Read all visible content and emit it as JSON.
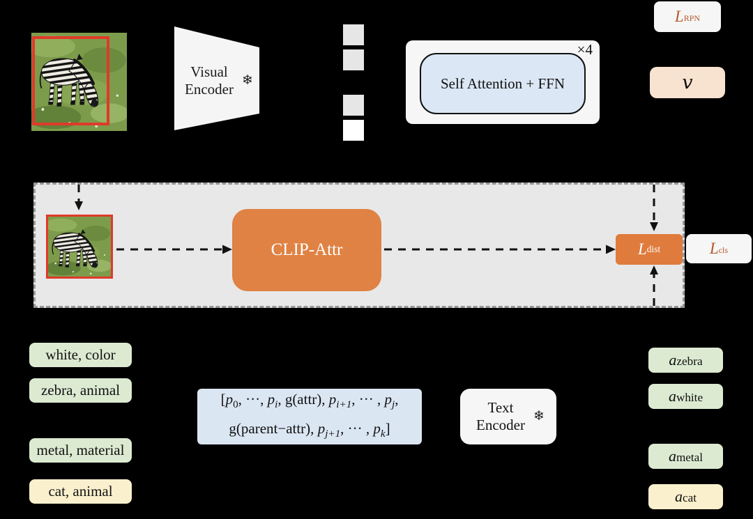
{
  "colors": {
    "background": "#000000",
    "accent_orange": "#df8243",
    "loss_text_orange": "#b3592a",
    "container_gray": "#e8e8e8",
    "box_white": "#f6f6f6",
    "light_blue": "#dbe7f4",
    "badge_green": "#dcead2",
    "badge_yellow": "#faf0cd",
    "badge_peach": "#f8e2d0",
    "bbox_red": "#e0392a"
  },
  "top": {
    "visual_encoder": {
      "line1": "Visual",
      "line2": "Encoder",
      "frozen_icon": "❄"
    },
    "transformer": {
      "label": "Self Attention + FFN",
      "repeat_label": "×4"
    },
    "loss_rpn": {
      "base": "L",
      "sub": "RPN"
    },
    "visual_embedding": {
      "label": "v"
    }
  },
  "middle": {
    "clip_attr_label": "CLIP-Attr",
    "loss_dist": {
      "base": "L",
      "sub": "dist"
    },
    "loss_cls": {
      "base": "L",
      "sub": "cls"
    }
  },
  "bottom": {
    "left_badges": [
      {
        "label": "white, color"
      },
      {
        "label": "zebra, animal"
      },
      {
        "label": "metal, material"
      },
      {
        "label": "cat, animal"
      }
    ],
    "prompt_formula": {
      "line1": [
        {
          "text": "[",
          "italic": false
        },
        {
          "text": "p",
          "italic": true,
          "sub": "0",
          "subItalic": false
        },
        {
          "text": ", ···, ",
          "italic": false
        },
        {
          "text": "p",
          "italic": true,
          "sub": "i",
          "subItalic": true
        },
        {
          "text": ", g(attr), ",
          "italic": false
        },
        {
          "text": "p",
          "italic": true,
          "sub": "i+1",
          "subItalic": true
        },
        {
          "text": ", ··· , ",
          "italic": false
        },
        {
          "text": "p",
          "italic": true,
          "sub": "j",
          "subItalic": true
        },
        {
          "text": ",",
          "italic": false
        }
      ],
      "line2": [
        {
          "text": "g(parent−attr), ",
          "italic": false
        },
        {
          "text": "p",
          "italic": true,
          "sub": "j+1",
          "subItalic": true
        },
        {
          "text": ", ··· , ",
          "italic": false
        },
        {
          "text": "p",
          "italic": true,
          "sub": "k",
          "subItalic": true
        },
        {
          "text": "]",
          "italic": false
        }
      ]
    },
    "text_encoder": {
      "line1": "Text",
      "line2": "Encoder",
      "frozen_icon": "❄"
    },
    "right_badges": [
      {
        "base": "a",
        "sub": "zebra"
      },
      {
        "base": "a",
        "sub": "white"
      },
      {
        "base": "a",
        "sub": "metal"
      },
      {
        "base": "a",
        "sub": "cat"
      }
    ]
  }
}
